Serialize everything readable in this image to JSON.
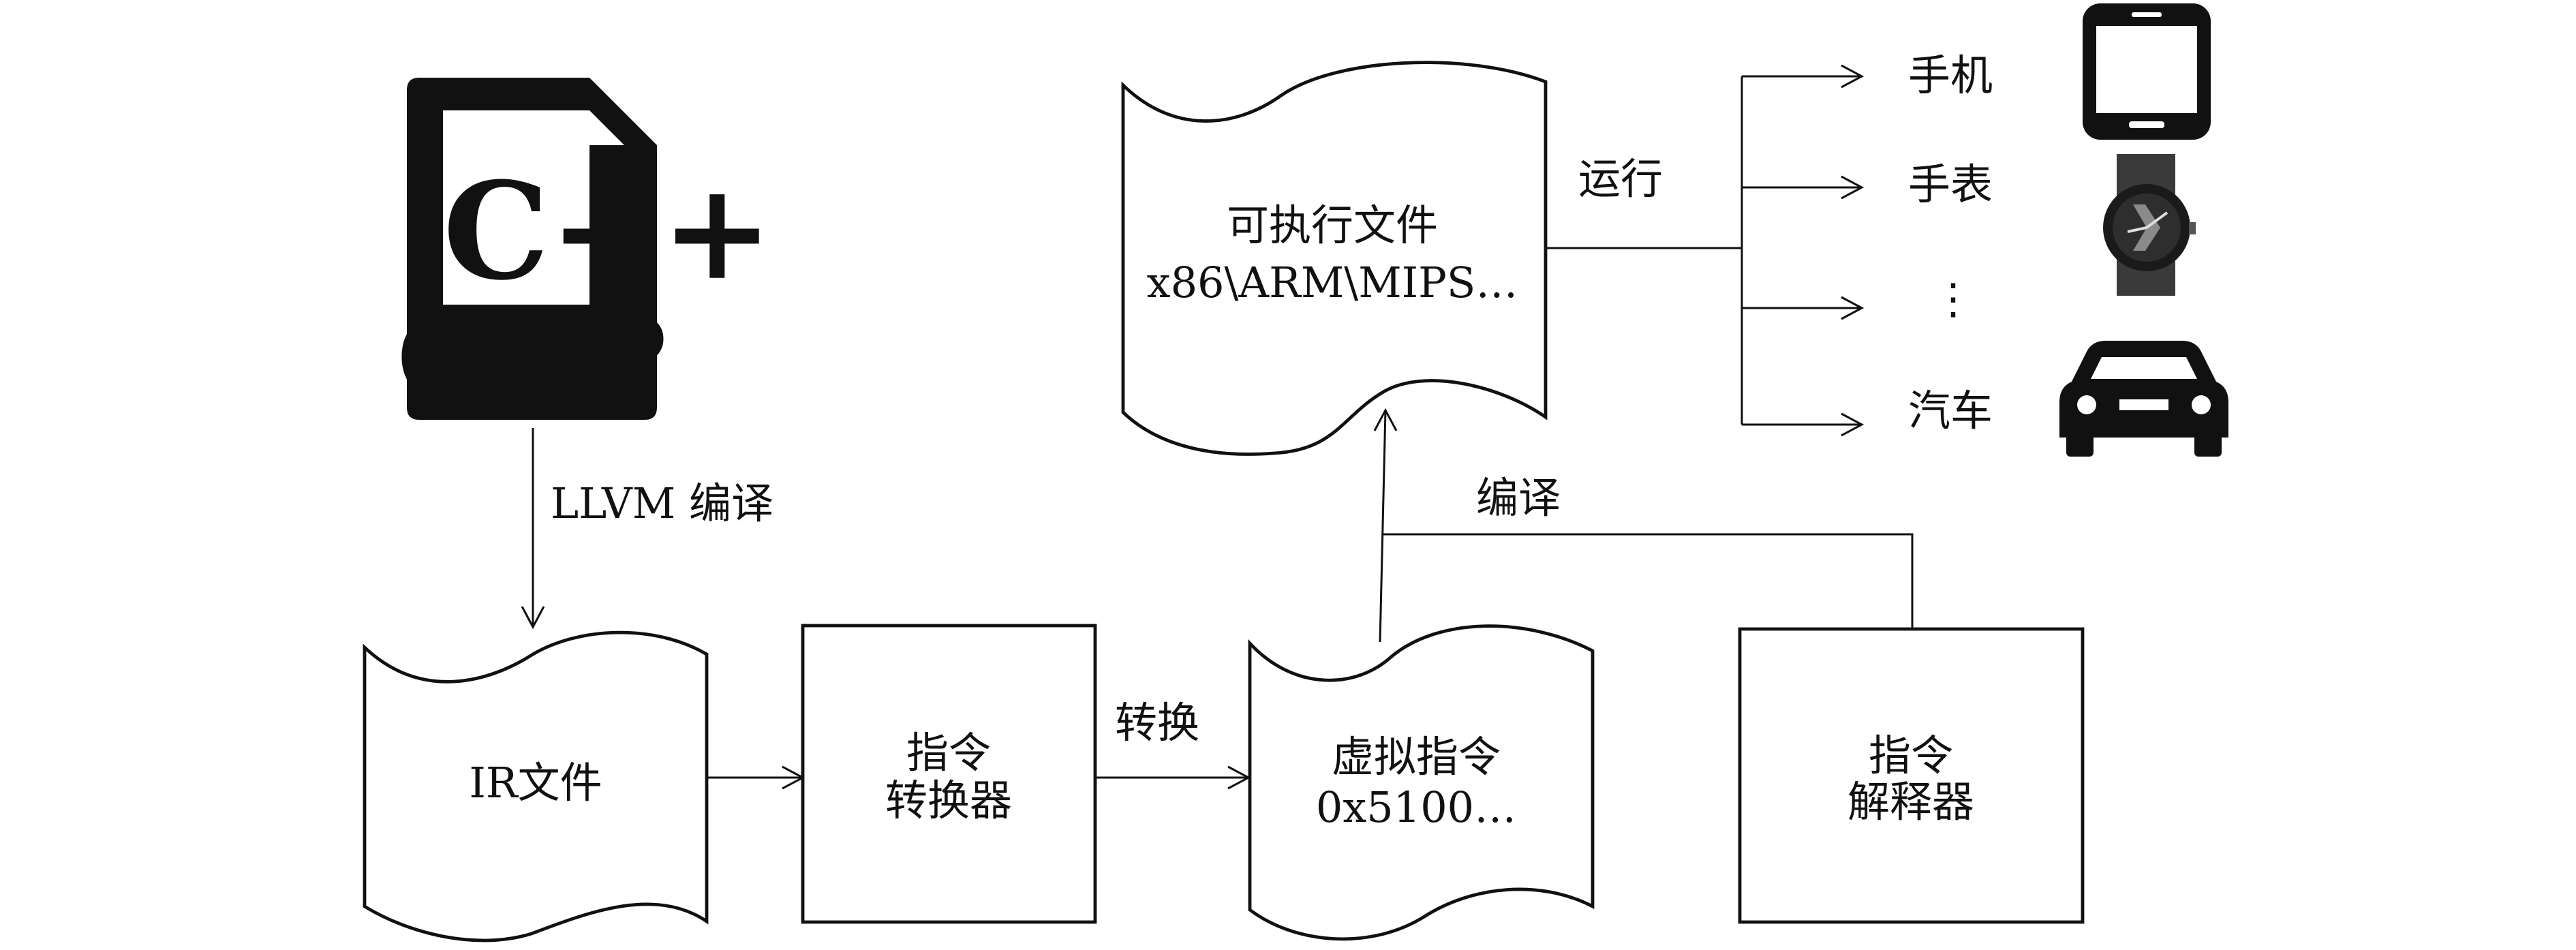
{
  "nodes": {
    "cpp_file": {
      "badge": "C++",
      "ext": "CPP"
    },
    "ir_file": {
      "label": "IR文件"
    },
    "converter": {
      "line1": "指令",
      "line2": "转换器"
    },
    "virtual_instr": {
      "line1": "虚拟指令",
      "line2": "0x5100…"
    },
    "interpreter": {
      "line1": "指令",
      "line2": "解释器"
    },
    "executable": {
      "line1": "可执行文件",
      "line2": "x86\\ARM\\MIPS…"
    }
  },
  "edges": {
    "llvm_compile": "LLVM 编译",
    "convert": "转换",
    "compile": "编译",
    "run": "运行"
  },
  "targets": [
    {
      "label": "手机",
      "icon": "phone-icon"
    },
    {
      "label": "手表",
      "icon": "watch-icon"
    },
    {
      "label": "⋮",
      "icon": ""
    },
    {
      "label": "汽车",
      "icon": "car-icon"
    }
  ],
  "colors": {
    "ink": "#111111",
    "background": "#ffffff"
  }
}
